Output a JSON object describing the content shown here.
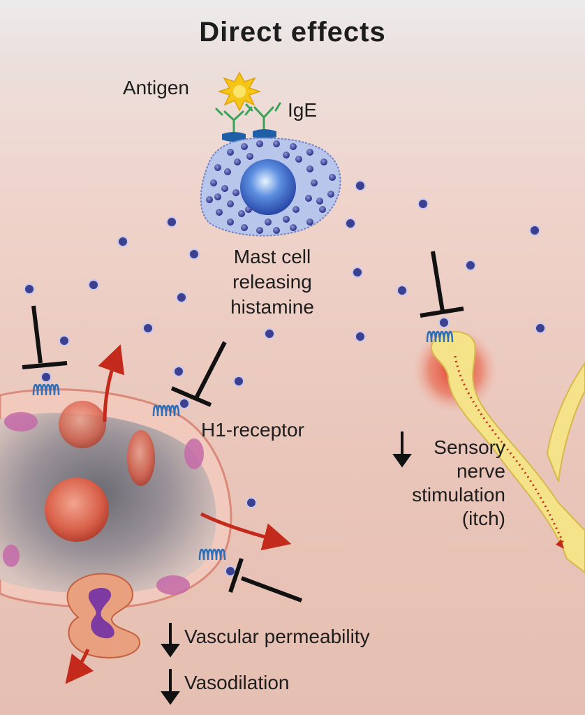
{
  "title": "Direct effects",
  "labels": {
    "antigen": "Antigen",
    "ige": "IgE",
    "mast_cell": [
      "Mast cell",
      "releasing",
      "histamine"
    ],
    "h1_receptor": "H1-receptor",
    "sensory": [
      "Sensory",
      "nerve",
      "stimulation",
      "(itch)"
    ],
    "vascular_permeability": "Vascular permeability",
    "vasodilation": "Vasodilation"
  },
  "colors": {
    "histamine": "#3a3d8c",
    "receptor": "#2e6fb8",
    "arrow_red": "#c42a1c",
    "inhibitor": "#111111",
    "mast_cell": "#9fb3e3",
    "nerve": "#f3e08c"
  }
}
